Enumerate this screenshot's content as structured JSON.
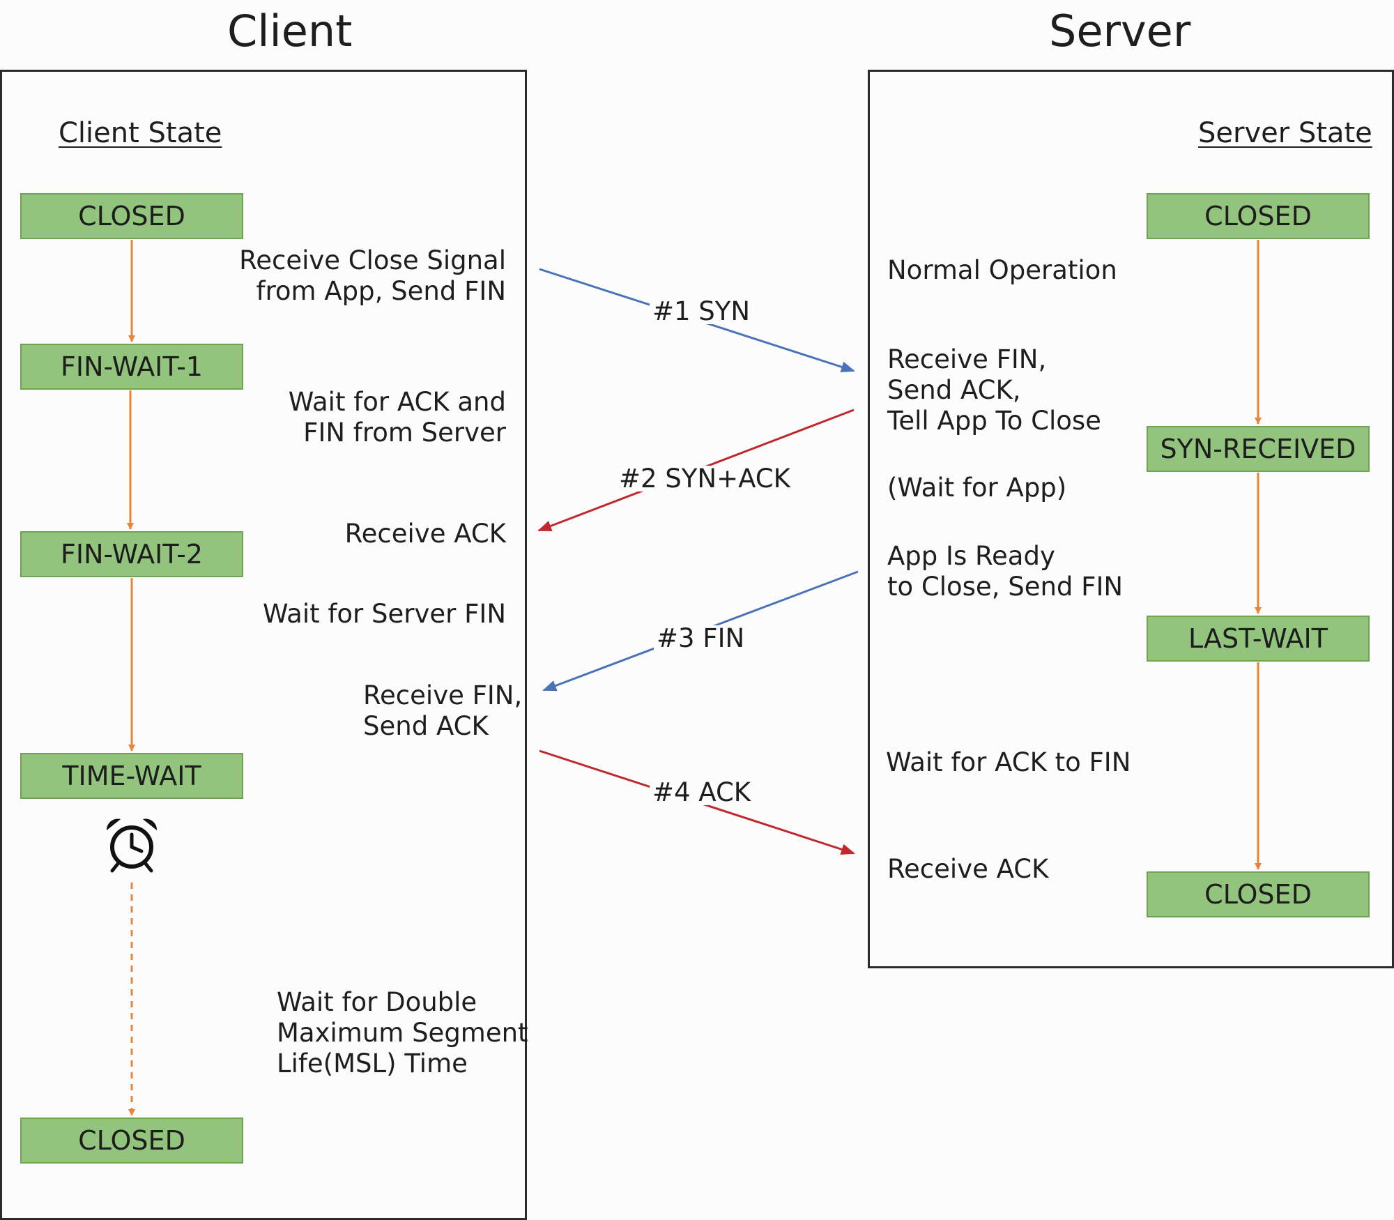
{
  "titles": {
    "client": "Client",
    "server": "Server"
  },
  "client": {
    "heading": "Client State",
    "states": [
      "CLOSED",
      "FIN-WAIT-1",
      "FIN-WAIT-2",
      "TIME-WAIT",
      "CLOSED"
    ],
    "notes": [
      "Receive Close Signal\nfrom App, Send FIN",
      "Wait for ACK and\nFIN from Server",
      "Receive ACK",
      "Wait for Server FIN",
      "Receive FIN,\nSend ACK",
      "Wait for Double\nMaximum Segment\nLife(MSL) Time"
    ]
  },
  "server": {
    "heading": "Server State",
    "states": [
      "CLOSED",
      "SYN-RECEIVED",
      "LAST-WAIT",
      "CLOSED"
    ],
    "notes": [
      "Normal Operation",
      "Receive FIN,\nSend ACK,\nTell App To Close",
      "(Wait for App)",
      "App Is Ready\nto Close, Send FIN",
      "Wait for ACK to FIN",
      "Receive ACK"
    ]
  },
  "messages": [
    {
      "label": "#1 SYN",
      "direction": "client-to-server",
      "color": "#4a72b8"
    },
    {
      "label": "#2 SYN+ACK",
      "direction": "server-to-client",
      "color": "#c0282d"
    },
    {
      "label": "#3 FIN",
      "direction": "server-to-client",
      "color": "#4a72b8"
    },
    {
      "label": "#4 ACK",
      "direction": "client-to-server",
      "color": "#c0282d"
    }
  ],
  "colors": {
    "state_fill": "#93c47d",
    "state_border": "#6fa354",
    "transition_arrow": "#e9843a",
    "syn_fin_arrow": "#4a72b8",
    "ack_arrow": "#c0282d"
  },
  "icons": {
    "timer": "alarm-clock-icon"
  }
}
